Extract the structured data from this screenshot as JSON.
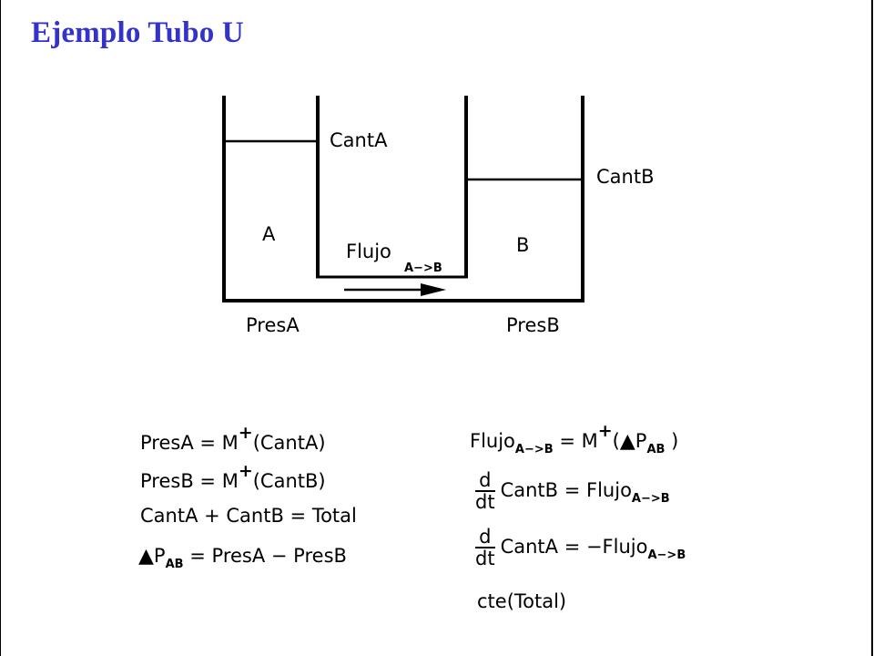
{
  "title": "Ejemplo Tubo U",
  "diagram": {
    "label_cant_a": "CantA",
    "label_cant_b": "CantB",
    "label_a": "A",
    "label_b": "B",
    "label_flujo": "Flujo",
    "label_flujo_sub": "A−>B",
    "label_pres_a": "PresA",
    "label_pres_b": "PresB"
  },
  "equations_left": {
    "e1_lhs": "PresA",
    "e1_rhs_fn": "M",
    "e1_sup": "+",
    "e1_arg": "(CantA)",
    "e2_lhs": "PresB",
    "e2_rhs_fn": "M",
    "e2_sup": "+",
    "e2_arg": "(CantB)",
    "e3_text": "CantA + CantB = Total",
    "e4_tri": "▲",
    "e4_p": "P",
    "e4_sub": "AB",
    "e4_rhs": "= PresA − PresB"
  },
  "equations_right": {
    "r1_lhs": "Flujo",
    "r1_sub": "A−>B",
    "r1_fn": "M",
    "r1_sup": "+",
    "r1_open": "(",
    "r1_tri": "▲",
    "r1_p": "P",
    "r1_psub": "AB",
    "r1_close": ")",
    "d": "d",
    "dt": "dt",
    "r2_body": "CantB = Flujo",
    "r2_sub": "A−>B",
    "r3_body": "CantA = −Flujo",
    "r3_sub": "A−>B",
    "r4_text": "cte(Total)"
  }
}
